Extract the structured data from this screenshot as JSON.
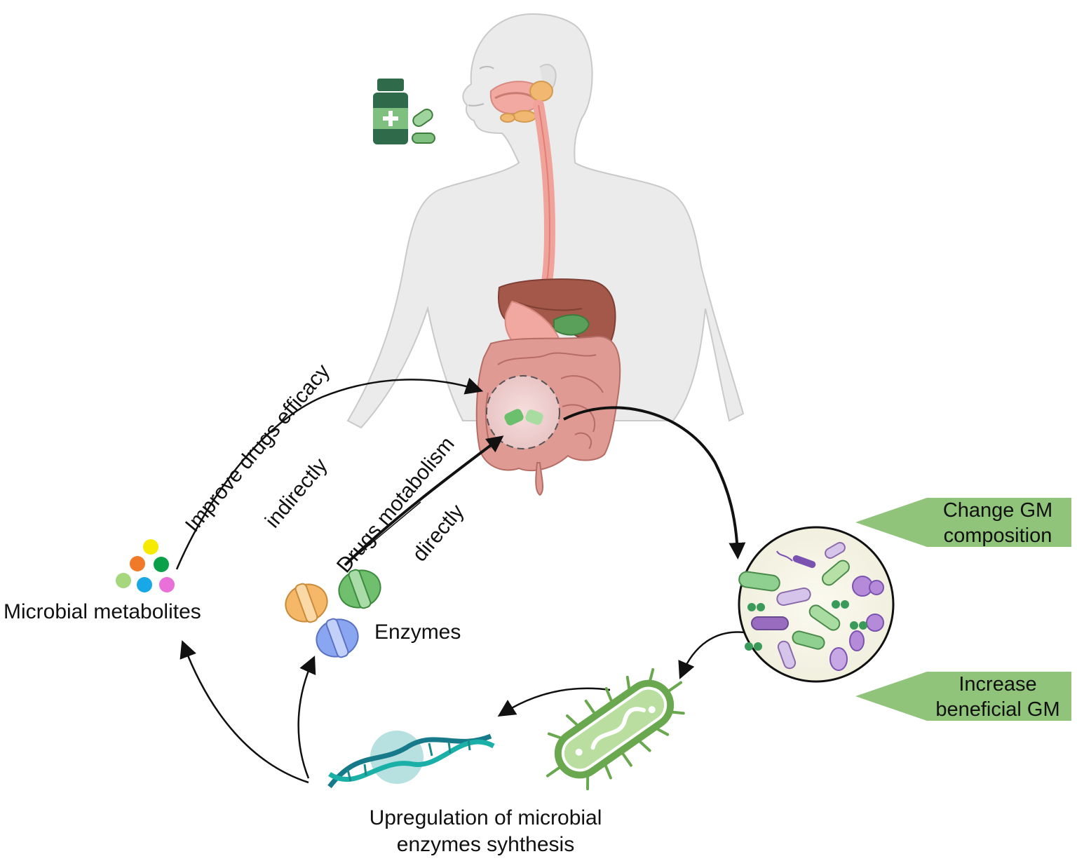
{
  "labels": {
    "improve_efficacy": "Improve drugs efficacy",
    "indirectly": "indirectly",
    "drugs_metabolism": "Drugs motabolism",
    "directly": "directly",
    "microbial_metabolites": "Microbial metabolites",
    "enzymes": "Enzymes",
    "upregulation_line1": "Upregulation of microbial",
    "upregulation_line2": "enzymes syhthesis"
  },
  "banners": [
    {
      "line1": "Change GM",
      "line2": "composition"
    },
    {
      "line1": "Increase",
      "line2": "beneficial GM"
    }
  ],
  "icons": [
    "human-body-icon",
    "medicine-bottle-icon",
    "pill-icon",
    "digestive-tract-icon",
    "metabolite-dots-icon",
    "enzyme-icon",
    "microbiome-circle-icon",
    "bacterium-icon",
    "dna-helix-icon"
  ],
  "colors": {
    "body": "#e8e8e8",
    "banner": "#8fc47a",
    "intestine": "#e08f8a",
    "liver": "#9c5a4e",
    "bacterium": "#6aa84f",
    "dna": "#1a8a8a",
    "arrow": "#111111"
  }
}
